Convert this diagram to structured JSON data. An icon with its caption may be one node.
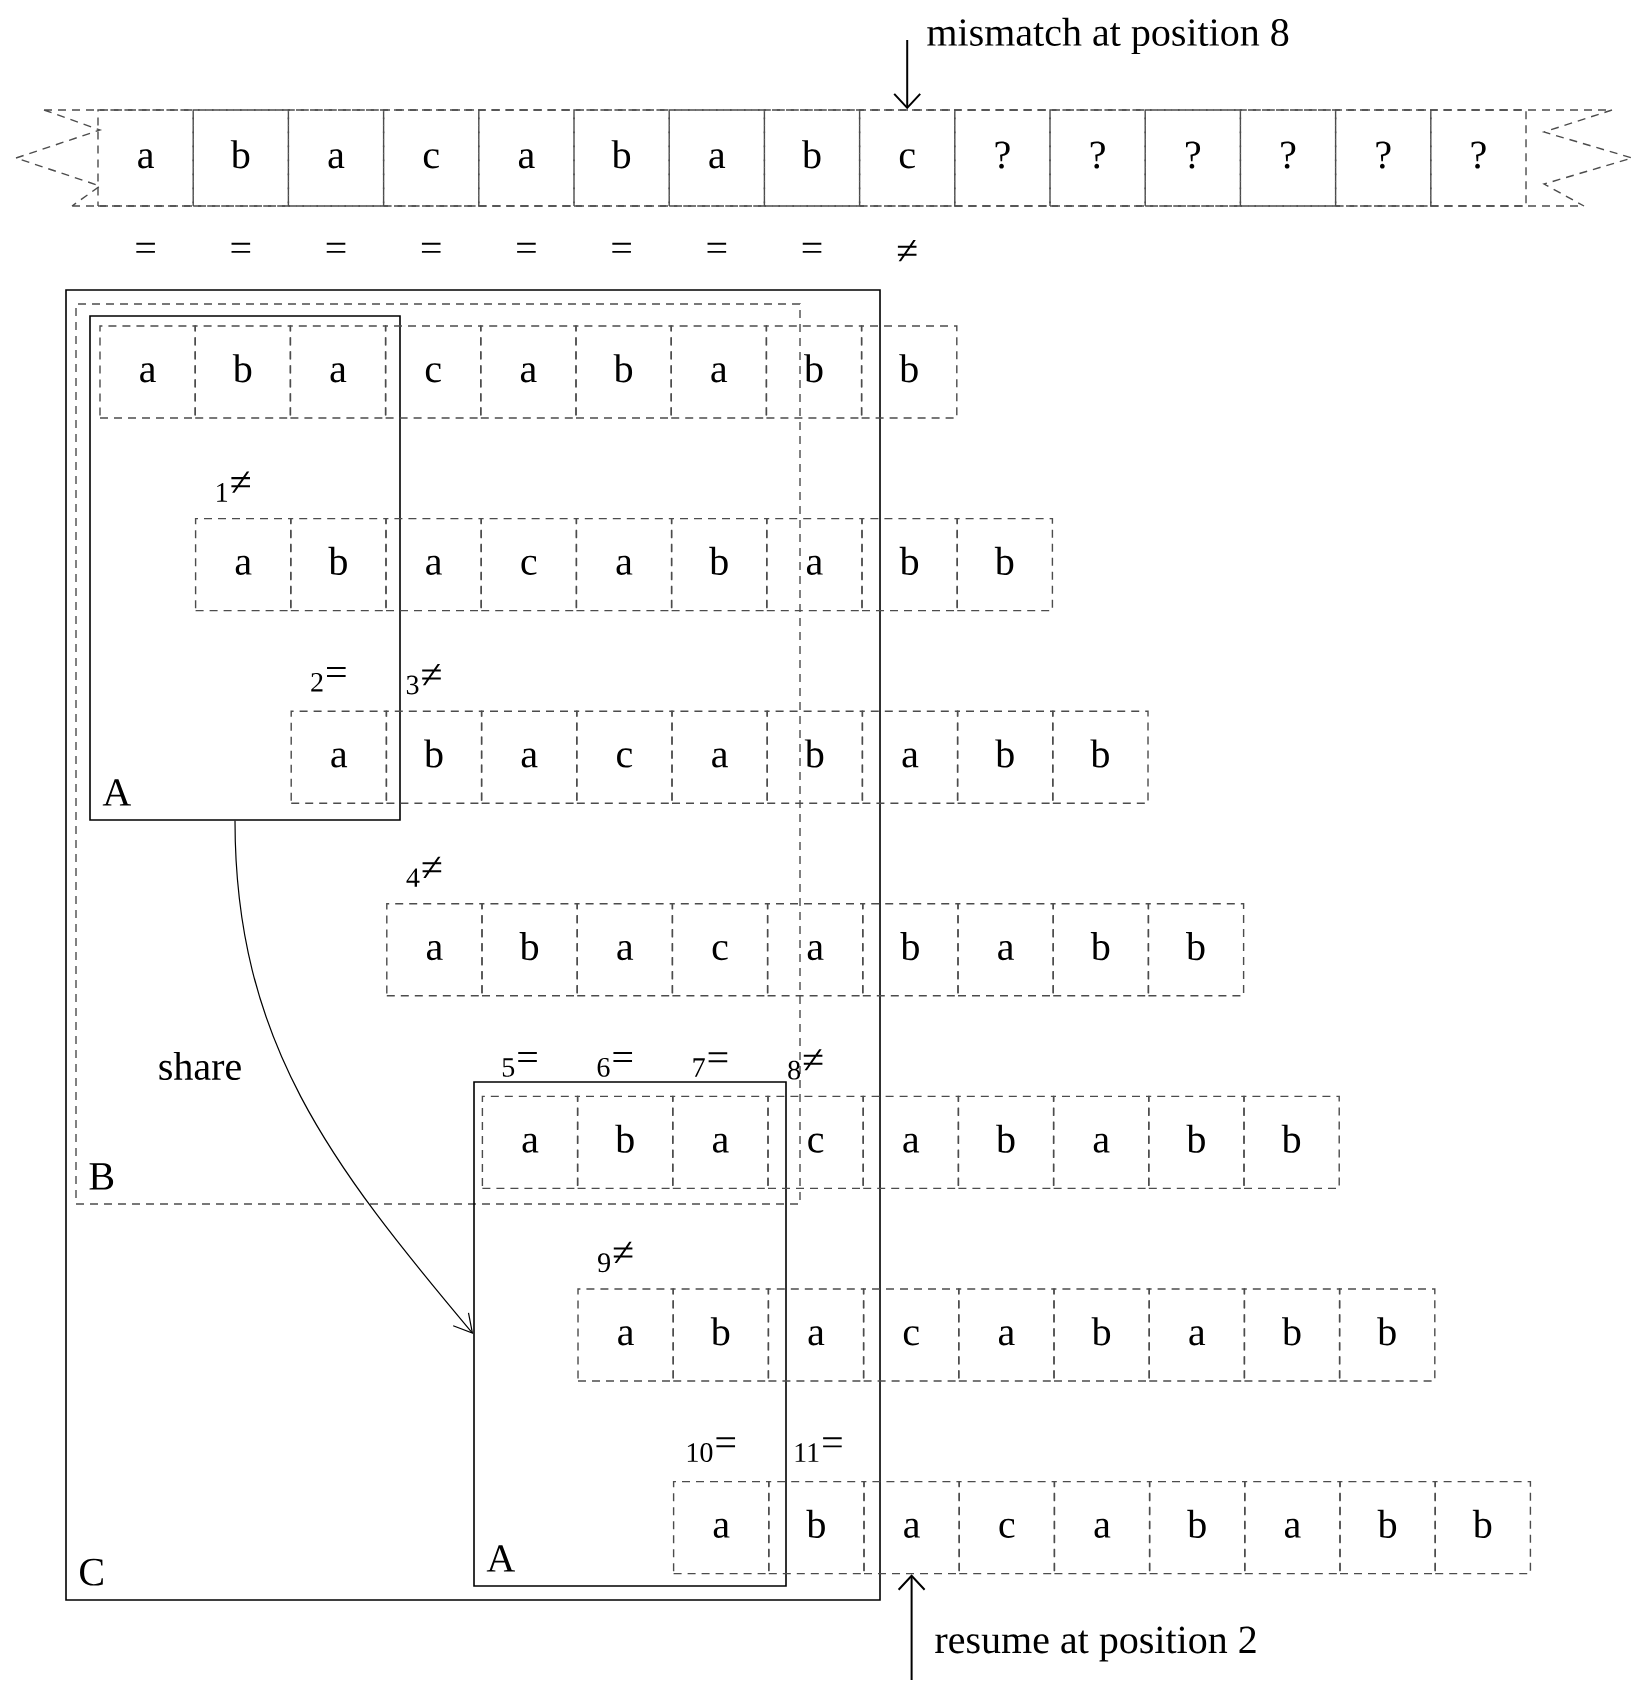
{
  "diagram": {
    "nodes": [
      {
        "text": [
          "C"
        ]
      },
      {
        "text": [
          "B"
        ],
        "in": 0
      },
      {
        "text": [
          "A"
        ],
        "in": 1
      },
      {
        "text": [
          "A"
        ],
        "in": 0
      },
      {
        "text": [
          "mismatch at position 8"
        ]
      },
      {
        "text": [
          "resume at position 2"
        ]
      },
      {
        "text": [
          "c"
        ]
      },
      {
        "text": [
          "a"
        ]
      }
    ],
    "edges": [
      {
        "from": 2,
        "to": 3,
        "arrow": "to",
        "label": "share"
      },
      {
        "from": 4,
        "to": 6,
        "arrow": "to"
      },
      {
        "from": 5,
        "to": 7,
        "arrow": "to"
      }
    ],
    "labels": [
      "a",
      "b",
      "a",
      "c",
      "a",
      "b",
      "a",
      "b",
      "?",
      "?",
      "?",
      "?",
      "?",
      "?",
      "=",
      "=",
      "=",
      "=",
      "=",
      "=",
      "=",
      "=",
      "≠",
      "a",
      "b",
      "a",
      "c",
      "a",
      "b",
      "a",
      "b",
      "b",
      "$_{1}$≠",
      "a",
      "b",
      "a",
      "c",
      "a",
      "b",
      "a",
      "b",
      "b",
      "$_{2}$=",
      "$_{3}$≠",
      "a",
      "b",
      "a",
      "c",
      "a",
      "b",
      "a",
      "b",
      "b",
      "$_{4}$≠",
      "a",
      "b",
      "a",
      "c",
      "a",
      "b",
      "a",
      "b",
      "b",
      "$_{5}$=",
      "$_{6}$=",
      "$_{7}$=",
      "$_{8}$≠",
      "a",
      "b",
      "a",
      "c",
      "a",
      "b",
      "a",
      "b",
      "b",
      "$_{9}$≠",
      "a",
      "b",
      "a",
      "c",
      "a",
      "b",
      "a",
      "b",
      "b",
      "$_{10}$=",
      "$_{11}$=",
      "a",
      "b",
      "c",
      "a",
      "b",
      "a",
      "b",
      "b"
    ]
  }
}
